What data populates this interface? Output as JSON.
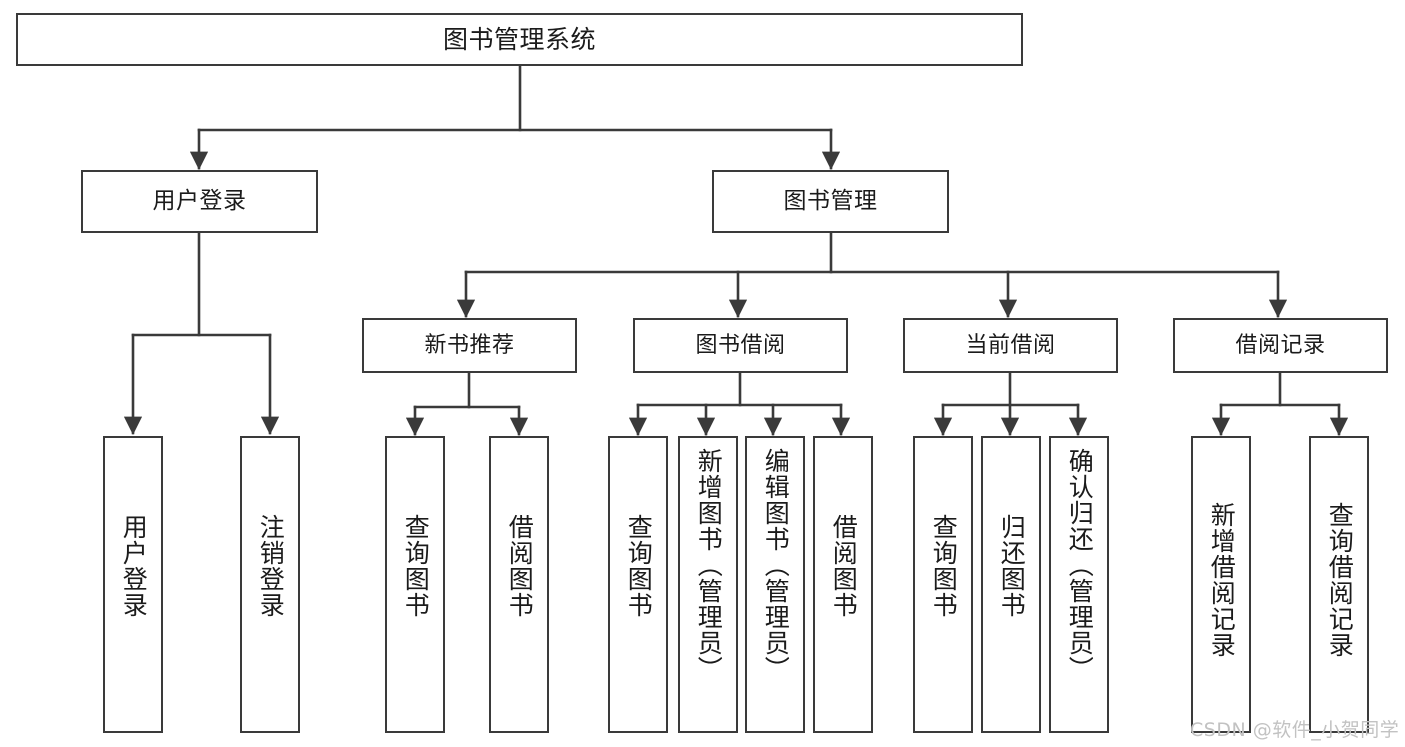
{
  "diagram": {
    "type": "tree",
    "title": "图书管理系统",
    "root": {
      "label": "图书管理系统"
    },
    "level1": [
      {
        "label": "用户登录"
      },
      {
        "label": "图书管理"
      }
    ],
    "level2": [
      {
        "label": "新书推荐"
      },
      {
        "label": "图书借阅"
      },
      {
        "label": "当前借阅"
      },
      {
        "label": "借阅记录"
      }
    ],
    "leaves": {
      "user_login": [
        {
          "label": "用户登录"
        },
        {
          "label": "注销登录"
        }
      ],
      "new_book_recommend": [
        {
          "label": "查询图书"
        },
        {
          "label": "借阅图书"
        }
      ],
      "book_borrow": [
        {
          "label": "查询图书"
        },
        {
          "label": "新增图书（管理员）"
        },
        {
          "label": "编辑图书（管理员）"
        },
        {
          "label": "借阅图书"
        }
      ],
      "current_borrow": [
        {
          "label": "查询图书"
        },
        {
          "label": "归还图书"
        },
        {
          "label": "确认归还（管理员）"
        }
      ],
      "borrow_record": [
        {
          "label": "新增借阅记录"
        },
        {
          "label": "查询借阅记录"
        }
      ]
    },
    "watermark": "CSDN @软件_小贺同学",
    "colors": {
      "stroke": "#3a3a3a",
      "fill": "#ffffff",
      "text": "#1b1b1b",
      "watermark": "#c2c2c2"
    }
  }
}
